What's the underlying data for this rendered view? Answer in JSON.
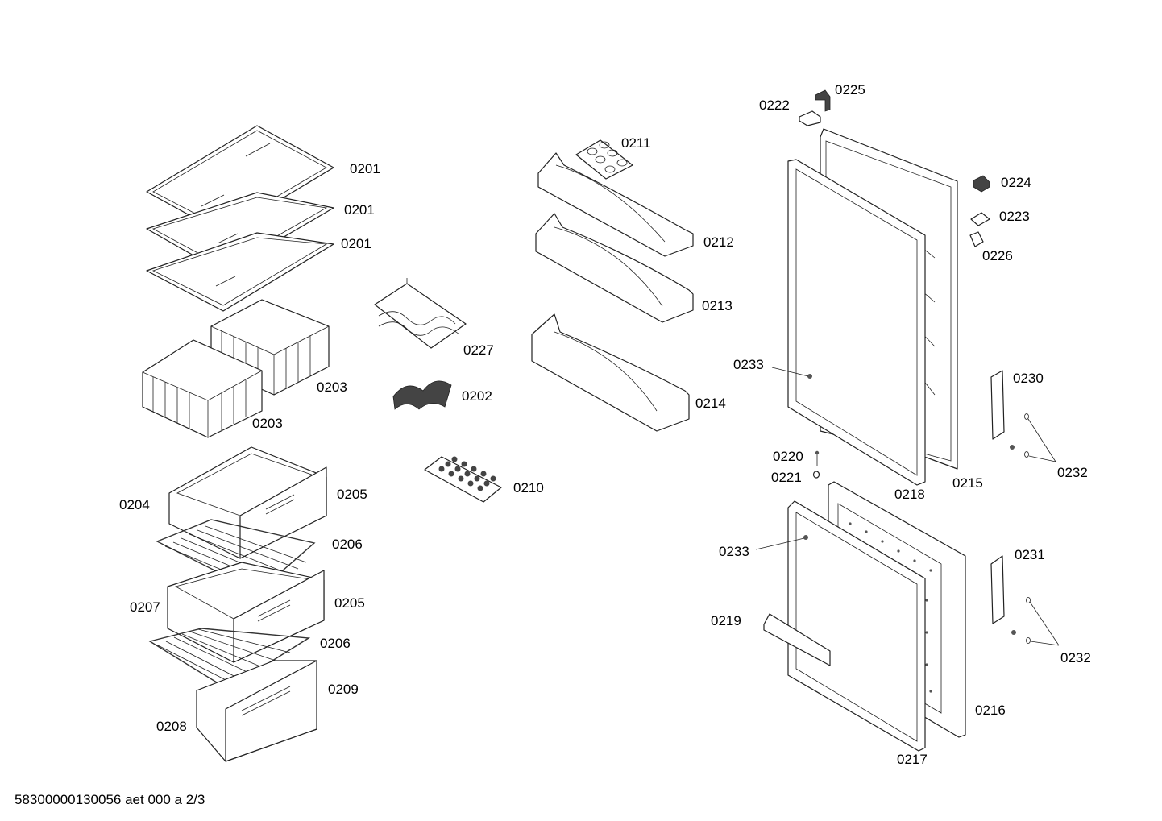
{
  "footer": "58300000130056 aet 000 a 2/3",
  "labels": {
    "l0201a": "0201",
    "l0201b": "0201",
    "l0201c": "0201",
    "l0203a": "0203",
    "l0203b": "0203",
    "l0204": "0204",
    "l0205a": "0205",
    "l0205b": "0205",
    "l0206a": "0206",
    "l0206b": "0206",
    "l0207": "0207",
    "l0208": "0208",
    "l0209": "0209",
    "l0227": "0227",
    "l0202": "0202",
    "l0210": "0210",
    "l0211": "0211",
    "l0212": "0212",
    "l0213": "0213",
    "l0214": "0214",
    "l0222": "0222",
    "l0225": "0225",
    "l0224": "0224",
    "l0223": "0223",
    "l0226": "0226",
    "l0233a": "0233",
    "l0233b": "0233",
    "l0230": "0230",
    "l0231": "0231",
    "l0232a": "0232",
    "l0232b": "0232",
    "l0220": "0220",
    "l0221": "0221",
    "l0218": "0218",
    "l0215": "0215",
    "l0219": "0219",
    "l0216": "0216",
    "l0217": "0217"
  }
}
